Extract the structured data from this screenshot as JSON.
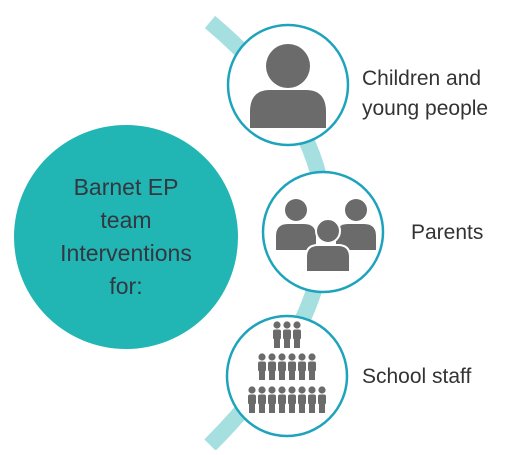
{
  "diagram": {
    "hub": {
      "lines": [
        "Barnet EP",
        "team",
        "Interventions",
        "for:"
      ],
      "color": "#21b5b3"
    },
    "targets": [
      {
        "icon": "person-icon",
        "lines": [
          "Children and",
          "young people"
        ]
      },
      {
        "icon": "group-icon",
        "lines": [
          "Parents"
        ]
      },
      {
        "icon": "crowd-icon",
        "lines": [
          "School staff"
        ]
      }
    ],
    "arc_color": "#a5dfe0",
    "ring_color": "#1ea3bd",
    "icon_color": "#6b6b6b"
  }
}
